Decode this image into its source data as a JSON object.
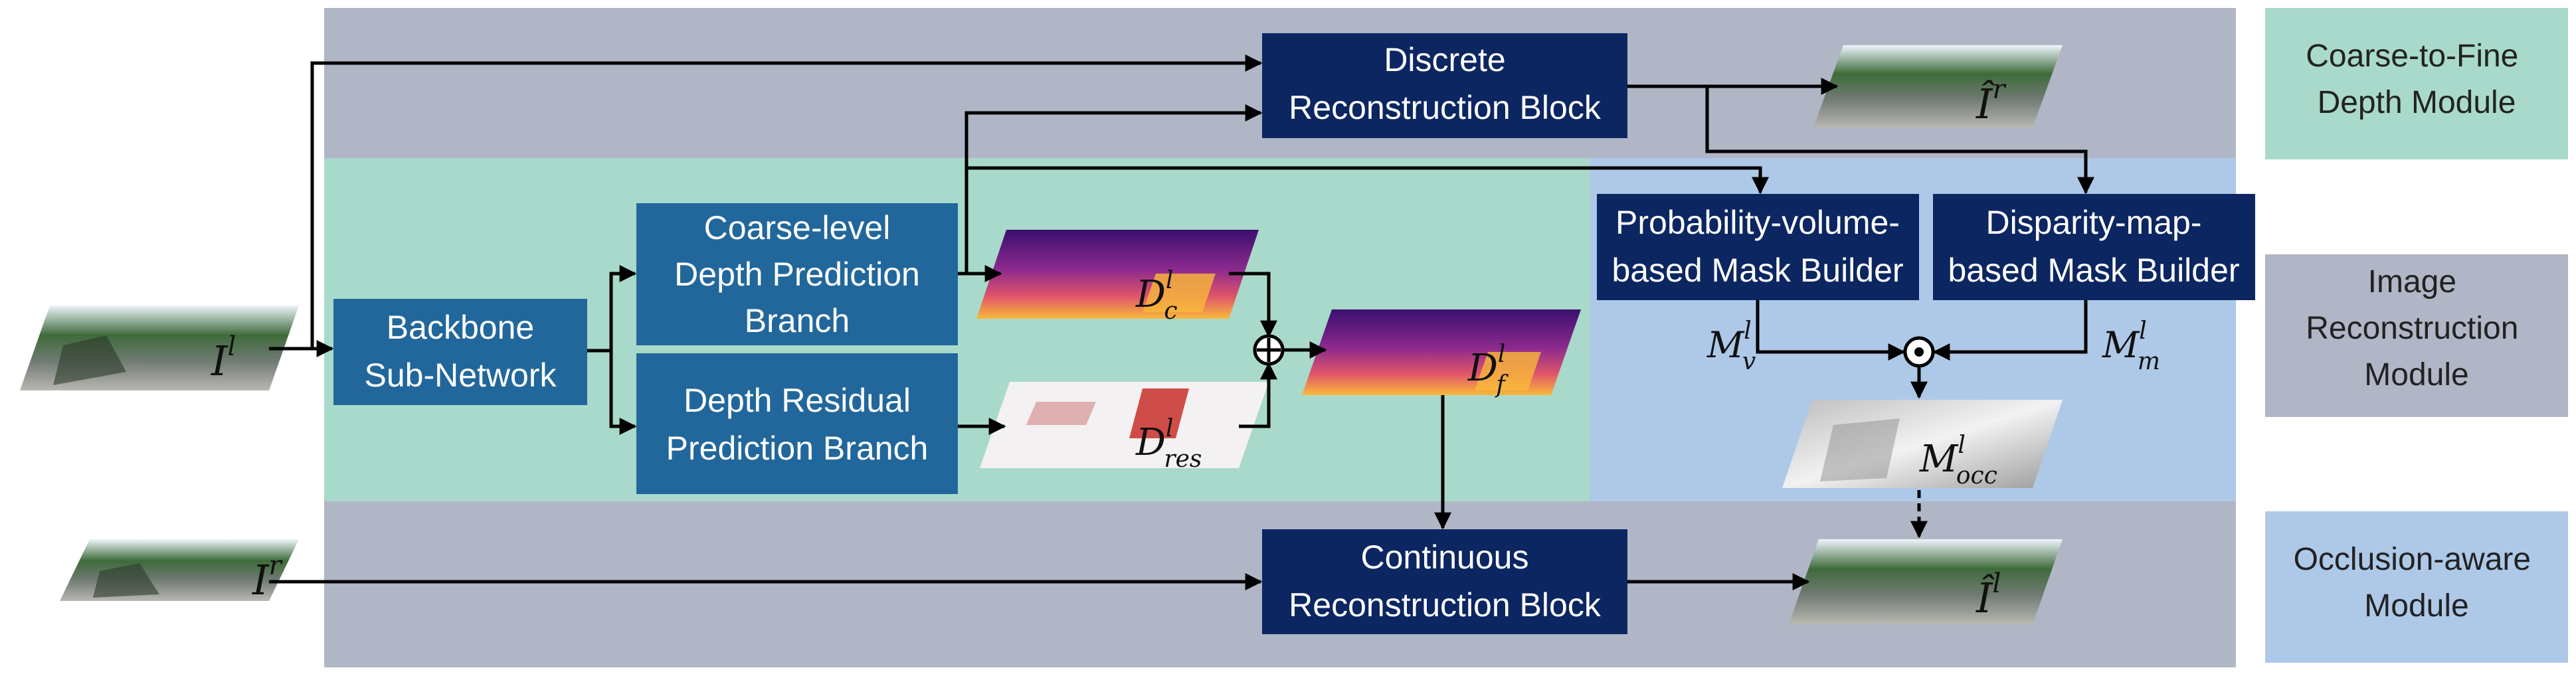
{
  "legend": {
    "coarse_to_fine": [
      "Coarse-to-Fine",
      "Depth Module"
    ],
    "image_reconstruction": [
      "Image",
      "Reconstruction",
      "Module"
    ],
    "occlusion_aware": [
      "Occlusion-aware",
      "Module"
    ]
  },
  "blocks": {
    "discrete_reconstruction": [
      "Discrete",
      "Reconstruction Block"
    ],
    "continuous_reconstruction": [
      "Continuous",
      "Reconstruction Block"
    ],
    "backbone": [
      "Backbone",
      "Sub-Network"
    ],
    "coarse_depth_branch": [
      "Coarse-level",
      "Depth Prediction",
      "Branch"
    ],
    "residual_branch": [
      "Depth Residual",
      "Prediction Branch"
    ],
    "prob_mask_builder": [
      "Probability-volume-",
      "based Mask Builder"
    ],
    "disp_mask_builder": [
      "Disparity-map-",
      "based Mask Builder"
    ]
  },
  "symbols": {
    "left_input": {
      "base": "I",
      "sup": "l",
      "sub": ""
    },
    "right_input": {
      "base": "I",
      "sup": "r",
      "sub": ""
    },
    "recon_right": {
      "base": "Î",
      "sup": "r",
      "sub": ""
    },
    "recon_left": {
      "base": "Î",
      "sup": "l",
      "sub": ""
    },
    "depth_coarse": {
      "base": "D",
      "sup": "l",
      "sub": "c"
    },
    "depth_residual": {
      "base": "D",
      "sup": "l",
      "sub": "res"
    },
    "depth_fine": {
      "base": "D",
      "sup": "l",
      "sub": "f"
    },
    "mask_v": {
      "base": "M",
      "sup": "l",
      "sub": "v"
    },
    "mask_m": {
      "base": "M",
      "sup": "l",
      "sub": "m"
    },
    "mask_occ": {
      "base": "M",
      "sup": "l",
      "sub": "occ"
    }
  },
  "colors": {
    "gray_region": "#b1b6c6",
    "green_region": "#a9d9ca",
    "blue_region": "#aec8e8",
    "dark_block": "#0c2661",
    "mid_block": "#21679b"
  }
}
